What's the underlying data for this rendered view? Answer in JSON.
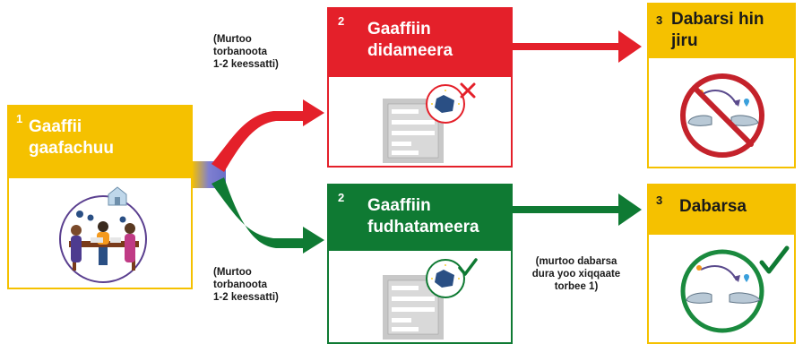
{
  "steps": {
    "application": {
      "number": "1",
      "title_line1": "Gaaffii",
      "title_line2": "gaafachuu"
    },
    "rejected": {
      "number": "2",
      "title_line1": "Gaaffiin",
      "title_line2": "didameera"
    },
    "accepted": {
      "number": "2",
      "title_line1": "Gaaffiin",
      "title_line2": "fudhatameera"
    },
    "no_transfer": {
      "number": "3",
      "title_line1": "Dabarsi hin",
      "title_line2": "jiru"
    },
    "transfer": {
      "number": "3",
      "title_line1": "Dabarsa"
    }
  },
  "notes": {
    "top": {
      "line1": "(Murtoo",
      "line2": "torbanoota",
      "line3": "1-2 keessatti)"
    },
    "bottom": {
      "line1": "(Murtoo",
      "line2": "torbanoota",
      "line3": "1-2 keessatti)"
    },
    "transfer": {
      "line1": "(murtoo dabarsa",
      "line2": "dura yoo xiqqaate",
      "line3": "torbee 1)"
    }
  },
  "colors": {
    "yellow": "#f5c100",
    "red": "#e4202a",
    "green": "#0f7a33",
    "yellow_border": "#f5c100"
  }
}
